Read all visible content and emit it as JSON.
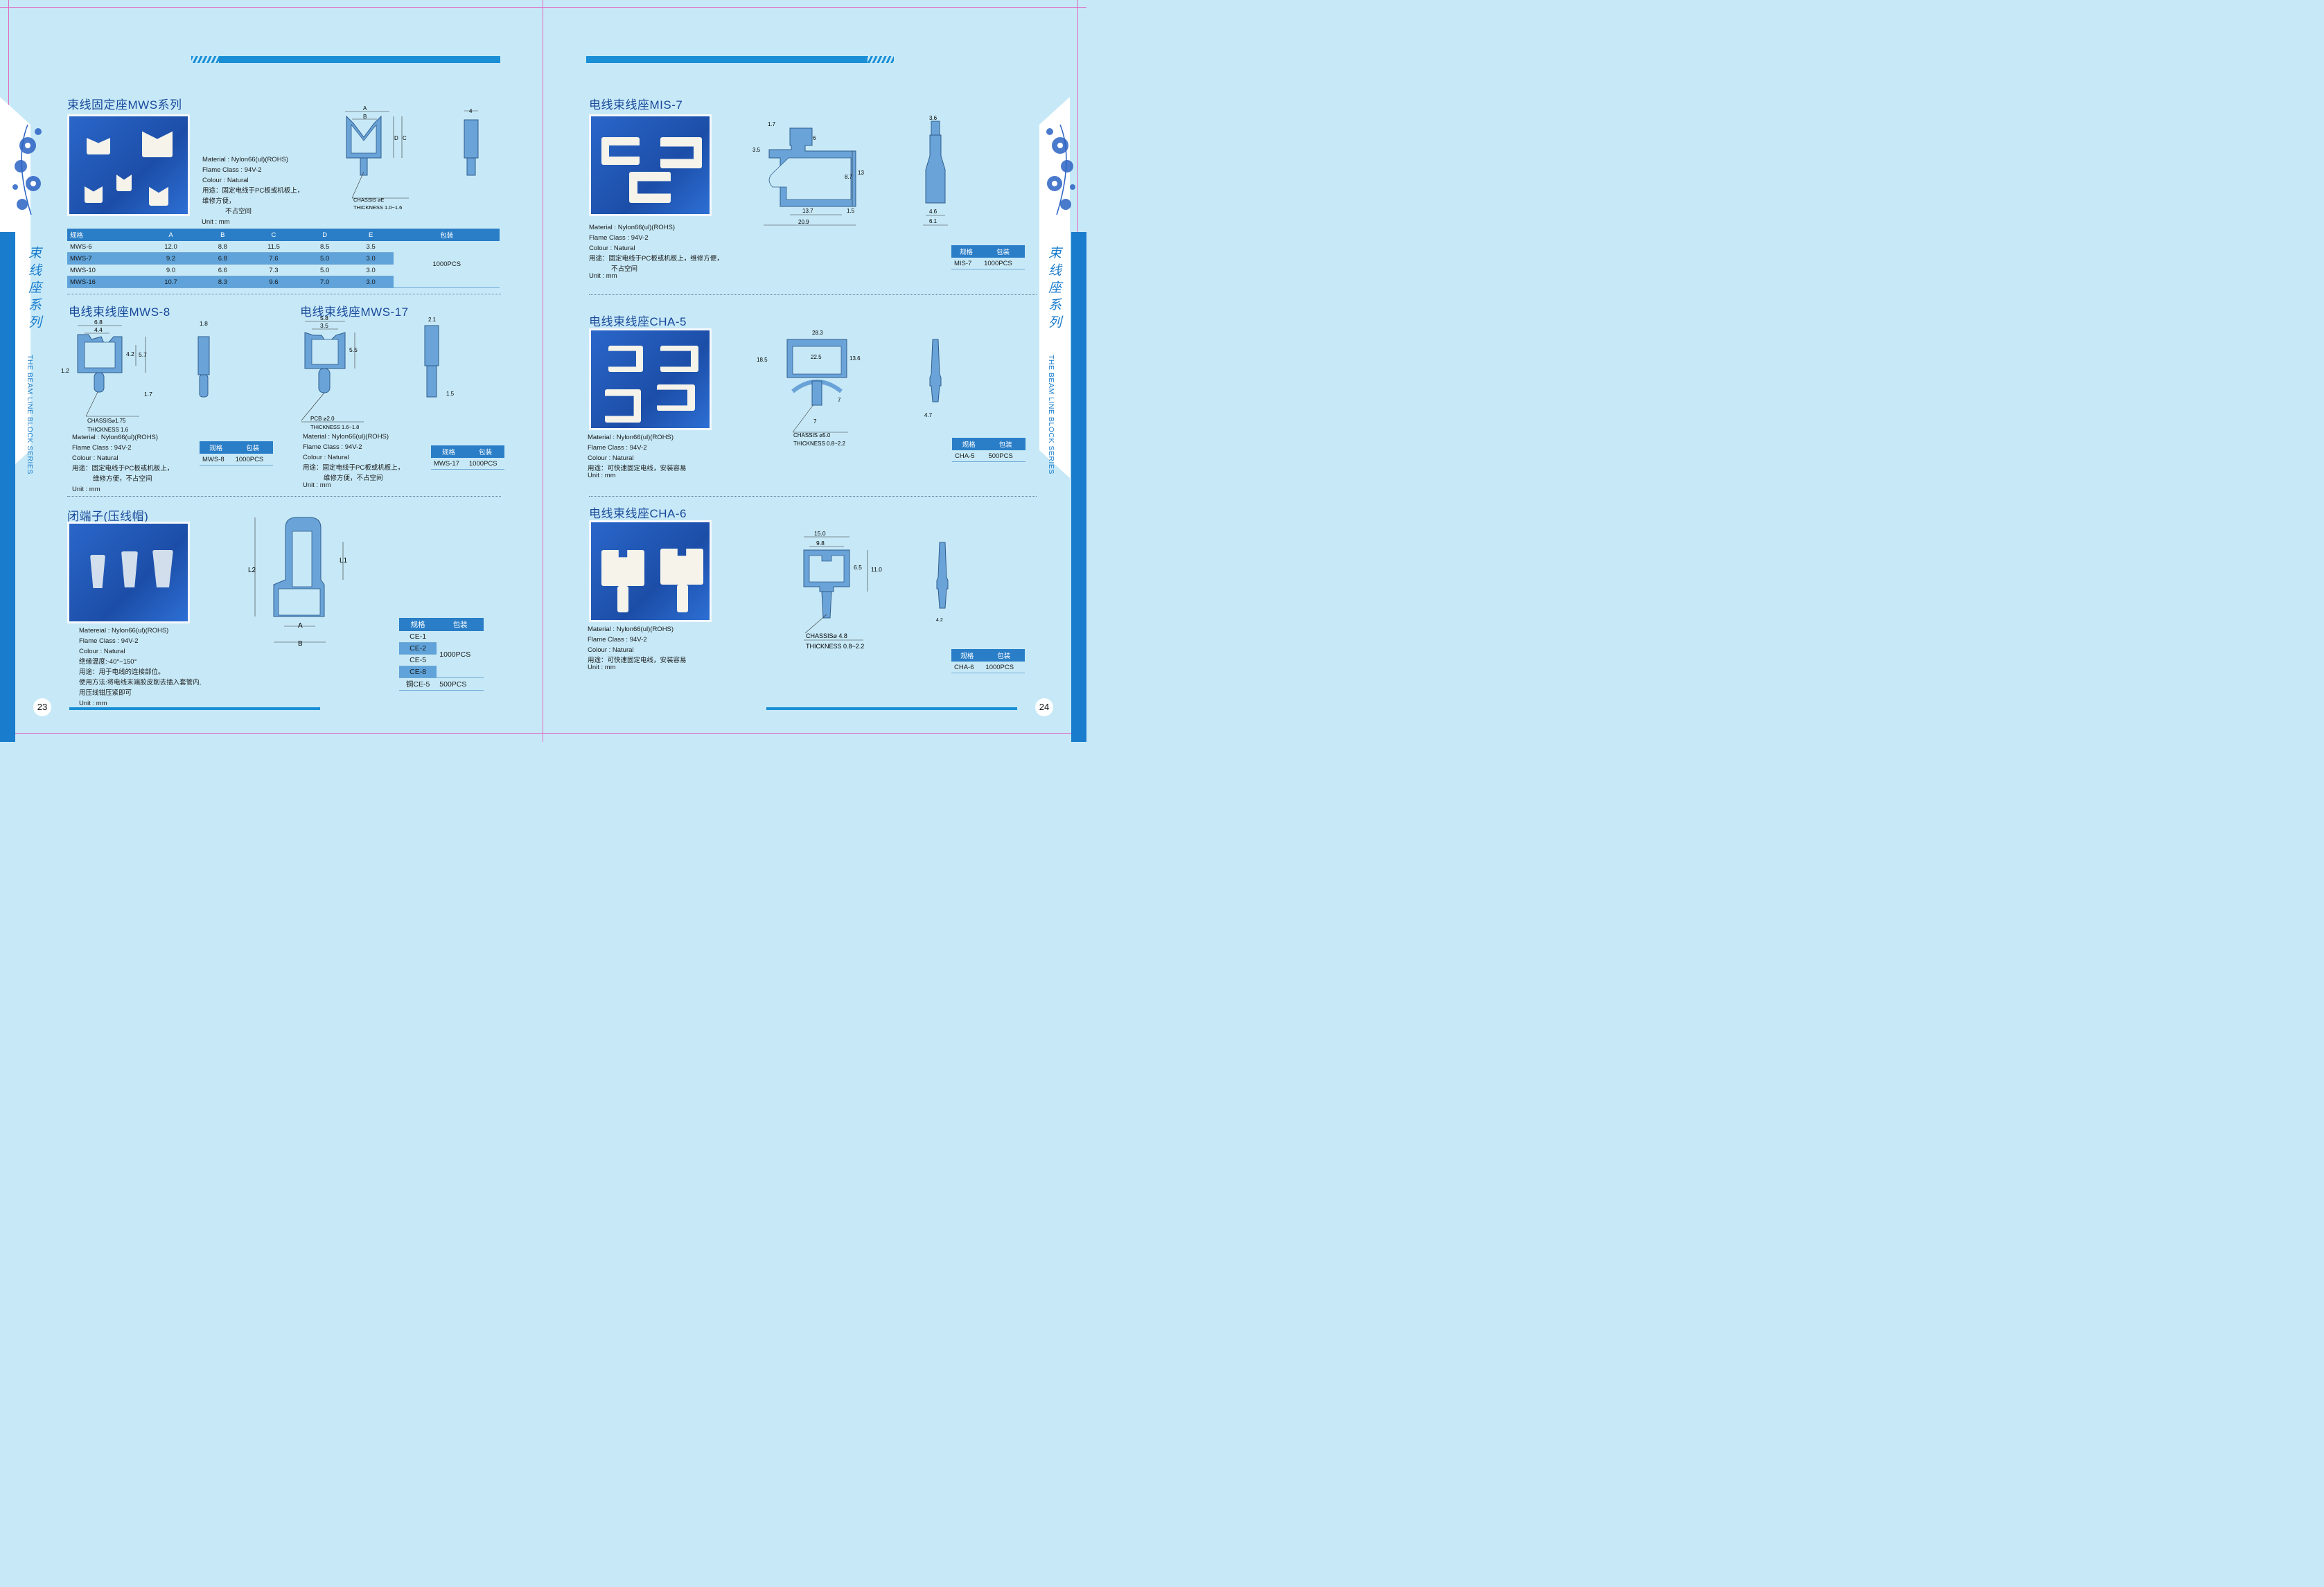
{
  "left_page": {
    "page_number": "23",
    "side_vertical_cn": "束线座系列",
    "side_vertical_en": "THE BEAM LINE BLOCK SERIES",
    "mws": {
      "title": "束线固定座MWS系列",
      "spec": [
        "Material : Nylon66(ul)(ROHS)",
        "Flame Class : 94V-2",
        "Colour : Natural",
        "用途：固定电线于PC板或机板上，",
        "维修方便，",
        "不占空间",
        "Unit : mm"
      ],
      "diagram_labels": {
        "a": "A",
        "b": "B",
        "c": "C",
        "d": "D",
        "chassis": "CHASSIS ⌀E",
        "thickness": "THICKNESS 1.0~1.6",
        "side_dim": "4"
      },
      "table_headers": [
        "规格",
        "A",
        "B",
        "C",
        "D",
        "E",
        "包装"
      ],
      "table_rows": [
        [
          "MWS-6",
          "12.0",
          "8.8",
          "11.5",
          "8.5",
          "3.5"
        ],
        [
          "MWS-7",
          "9.2",
          "6.8",
          "7.6",
          "5.0",
          "3.0"
        ],
        [
          "MWS-10",
          "9.0",
          "6.6",
          "7.3",
          "5.0",
          "3.0"
        ],
        [
          "MWS-16",
          "10.7",
          "8.3",
          "9.6",
          "7.0",
          "3.0"
        ]
      ],
      "table_pack": "1000PCS"
    },
    "mws8": {
      "title": "电线束线座MWS-8",
      "dims": {
        "w1": "6.8",
        "w2": "4.4",
        "h1": "4.2",
        "h2": "5.7",
        "left": "1.2",
        "bot": "1.7",
        "side": "1.8"
      },
      "chassis": "CHASSIS⌀1.75",
      "thickness": "THICKNESS  1.6",
      "spec": [
        "Material : Nylon66(ul)(ROHS)",
        "Flame Class : 94V-2",
        "Colour : Natural",
        "用途：固定电线于PC板或机板上，",
        "维修方便，不占空间",
        "Unit : mm"
      ],
      "table_headers": [
        "规格",
        "包装"
      ],
      "table_row": [
        "MWS-8",
        "1000PCS"
      ]
    },
    "mws17": {
      "title": "电线束线座MWS-17",
      "dims": {
        "w1": "5.8",
        "w2": "3.5",
        "h": "5.5",
        "side_top": "2.1",
        "side_bot": "1.5"
      },
      "pcb": "PCB ⌀2.0",
      "thickness": "THICKNESS  1.6~1.8",
      "spec": [
        "Material : Nylon66(ul)(ROHS)",
        "Flame Class : 94V-2",
        "Colour : Natural",
        "用途：固定电线于PC板或机板上，",
        "维修方便，不占空间",
        "Unit : mm"
      ],
      "table_headers": [
        "规格",
        "包装"
      ],
      "table_row": [
        "MWS-17",
        "1000PCS"
      ]
    },
    "ce": {
      "title": "闭端子(压线帽)",
      "dims": {
        "l1": "L1",
        "l2": "L2",
        "a": "A",
        "b": "B"
      },
      "spec": [
        "Matereial : Nylon66(ul)(ROHS)",
        "Flame Class : 94V-2",
        "Colour :  Natural",
        "绝缘温度:-40°~150°",
        "用途：用于电线的连接部位。",
        "使用方法:将电线末端胶皮削去插入套管内,",
        "用压线钳压紧即可",
        "Unit : mm"
      ],
      "table_headers": [
        "规格",
        "包装"
      ],
      "table_rows": [
        "CE-1",
        "CE-2",
        "CE-5",
        "CE-8",
        "铜CE-5"
      ],
      "pack_1": "1000PCS",
      "pack_2": "500PCS"
    }
  },
  "right_page": {
    "page_number": "24",
    "side_vertical_cn": "束线座系列",
    "side_vertical_en": "THE BEAM LINE BLOCK SERIES",
    "mis7": {
      "title": "电线束线座MIS-7",
      "dims": {
        "d1": "1.7",
        "d2": "3.5",
        "d3": "6",
        "d4": "8.7",
        "d5": "13",
        "d6": "13.7",
        "d7": "1.5",
        "d8": "20.9",
        "s1": "3.6",
        "s2": "4.6",
        "s3": "6.1"
      },
      "spec": [
        "Material : Nylon66(ul)(ROHS)",
        "Flame Class : 94V-2",
        "Colour : Natural",
        "用途：固定电线于PC板或机板上，维修方便，",
        "不占空间",
        "Unit : mm"
      ],
      "table_headers": [
        "规格",
        "包装"
      ],
      "table_row": [
        "MIS-7",
        "1000PCS"
      ]
    },
    "cha5": {
      "title": "电线束线座CHA-5",
      "dims": {
        "w1": "28.3",
        "w2": "22.5",
        "h1": "18.5",
        "h2": "13.6",
        "b1": "7",
        "b2": "7",
        "s1": "4.7"
      },
      "chassis": "CHASSIS ⌀5.0",
      "thickness": "THICKNESS  0.8~2.2",
      "spec": [
        "Material : Nylon66(ul)(ROHS)",
        "Flame Class : 94V-2",
        "Colour : Natural",
        "用途：可快速固定电线，安装容易",
        "Unit : mm"
      ],
      "table_headers": [
        "规格",
        "包装"
      ],
      "table_row": [
        "CHA-5",
        "500PCS"
      ]
    },
    "cha6": {
      "title": "电线束线座CHA-6",
      "dims": {
        "w1": "15.0",
        "w2": "9.8",
        "h1": "6.5",
        "h2": "11.0",
        "s1": "4.2"
      },
      "chassis": "CHASSIS⌀ 4.8",
      "thickness": "THICKNESS  0.8~2.2",
      "spec": [
        "Material : Nylon66(ul)(ROHS)",
        "Flame Class : 94V-2",
        "Colour : Natural",
        "用途：可快速固定电线，安装容易",
        "Unit : mm"
      ],
      "table_headers": [
        "规格",
        "包装"
      ],
      "table_row": [
        "CHA-6",
        "1000PCS"
      ]
    }
  },
  "colors": {
    "background": "#c7e9f7",
    "accent_blue": "#1a8fd6",
    "title_blue": "#17489a",
    "table_header": "#2a7ec7",
    "part_blue": "#6aa3d8",
    "crop_marks": "#e066c0"
  }
}
